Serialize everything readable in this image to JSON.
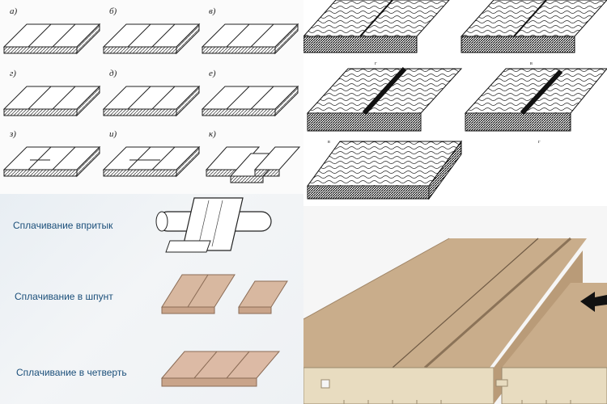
{
  "variants": [
    {
      "label": "а)"
    },
    {
      "label": "б)"
    },
    {
      "label": "в)"
    },
    {
      "label": "г)"
    },
    {
      "label": "д)"
    },
    {
      "label": "е)"
    },
    {
      "label": "з)"
    },
    {
      "label": "и)"
    },
    {
      "label": "к)"
    }
  ],
  "joint_markers": [
    "г",
    "в",
    "в",
    "г"
  ],
  "captions": {
    "butt": "Сплачивание впритык",
    "tongue": "Сплачивание в шпунт",
    "quarter": "Сплачивание в четверть"
  },
  "colors": {
    "wood_light": "#d8b8a0",
    "wood_panel": "#c9ad8b",
    "wood_edge": "#e8dcc0",
    "caption": "#1b4f7a"
  },
  "icons": {
    "direction": "arrow-left-icon"
  }
}
